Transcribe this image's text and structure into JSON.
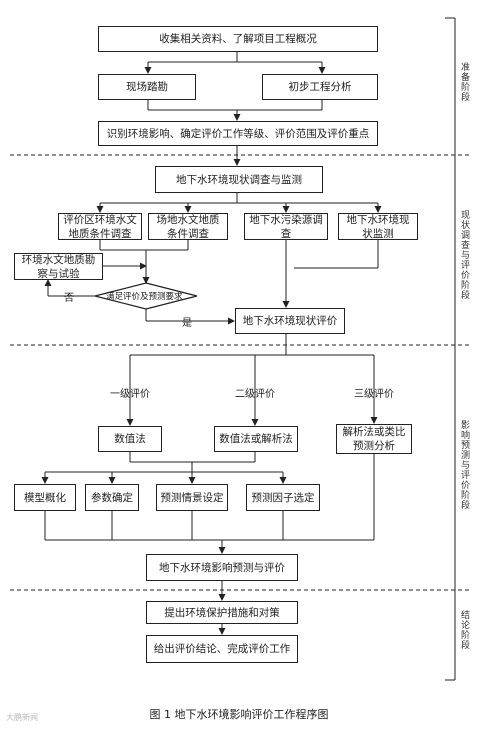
{
  "nodes": {
    "collect": "收集相关资料、了解项目工程概况",
    "survey": "现场踏勘",
    "prelim": "初步工程分析",
    "identify": "识别环境影响、确定评价工作等级、评价范围及评价重点",
    "gw_survey": "地下水环境现状调查与监测",
    "hydro_region": "评价区环境水文地质条件调查",
    "hydro_site": "场地水文地质条件调查",
    "pollution": "地下水污染源调查",
    "monitor": "地下水环境现状监测",
    "exploration": "环境水文地质勘察与试验",
    "decision": "满足评价及预测要求",
    "current_eval": "地下水环境现状评价",
    "numeric": "数值法",
    "numeric_analytic": "数值法或解析法",
    "analogy": "解析法或类比预测分析",
    "model": "模型概化",
    "param": "参数确定",
    "scenario": "预测情景设定",
    "factor": "预测因子选定",
    "predict": "地下水环境影响预测与评价",
    "measures": "提出环境保护措施和对策",
    "conclusion": "给出评价结论、完成评价工作"
  },
  "labels": {
    "no": "否",
    "yes": "是",
    "level1": "一级评价",
    "level2": "二级评价",
    "level3": "三级评价"
  },
  "stages": {
    "prep": "准备阶段",
    "survey_stage": "现状调查与评价阶段",
    "predict_stage": "影响预测与评价阶段",
    "conclusion_stage": "结论阶段"
  },
  "caption": "图 1    地下水环境影响评价工作程序图",
  "watermark": "大鹏新闻"
}
